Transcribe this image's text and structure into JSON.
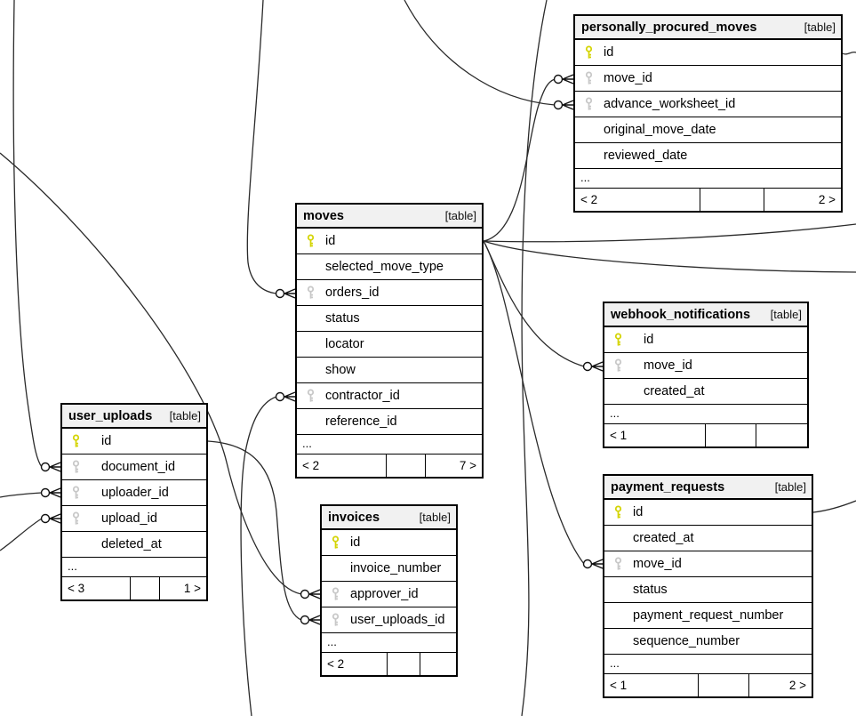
{
  "diagram": {
    "type_label_default": "[table]",
    "colors": {
      "primary_key": "#d4d404",
      "foreign_key": "#c8c8c8",
      "edge_line": "#2a2a2a",
      "header_bg": "#f1f1f1",
      "border": "#000000"
    },
    "tables": [
      {
        "title": "personally_procured_moves",
        "type_label": "[table]",
        "columns": [
          {
            "name": "id",
            "key": "pk"
          },
          {
            "name": "move_id",
            "key": "fk"
          },
          {
            "name": "advance_worksheet_id",
            "key": "fk"
          },
          {
            "name": "original_move_date",
            "key": "none"
          },
          {
            "name": "reviewed_date",
            "key": "none"
          }
        ],
        "more_indicator": "...",
        "footer": {
          "left": "< 2",
          "middle": "",
          "right": "2 >"
        }
      },
      {
        "title": "moves",
        "type_label": "[table]",
        "columns": [
          {
            "name": "id",
            "key": "pk"
          },
          {
            "name": "selected_move_type",
            "key": "none"
          },
          {
            "name": "orders_id",
            "key": "fk"
          },
          {
            "name": "status",
            "key": "none"
          },
          {
            "name": "locator",
            "key": "none"
          },
          {
            "name": "show",
            "key": "none"
          },
          {
            "name": "contractor_id",
            "key": "fk"
          },
          {
            "name": "reference_id",
            "key": "none"
          }
        ],
        "more_indicator": "...",
        "footer": {
          "left": "< 2",
          "middle": "",
          "right": "7 >"
        }
      },
      {
        "title": "webhook_notifications",
        "type_label": "[table]",
        "columns": [
          {
            "name": "id",
            "key": "pk"
          },
          {
            "name": "move_id",
            "key": "fk"
          },
          {
            "name": "created_at",
            "key": "none"
          }
        ],
        "more_indicator": "...",
        "footer": {
          "left": "< 1",
          "middle": "",
          "right": ""
        }
      },
      {
        "title": "user_uploads",
        "type_label": "[table]",
        "columns": [
          {
            "name": "id",
            "key": "pk"
          },
          {
            "name": "document_id",
            "key": "fk"
          },
          {
            "name": "uploader_id",
            "key": "fk"
          },
          {
            "name": "upload_id",
            "key": "fk"
          },
          {
            "name": "deleted_at",
            "key": "none"
          }
        ],
        "more_indicator": "...",
        "footer": {
          "left": "< 3",
          "middle": "",
          "right": "1 >"
        }
      },
      {
        "title": "invoices",
        "type_label": "[table]",
        "columns": [
          {
            "name": "id",
            "key": "pk"
          },
          {
            "name": "invoice_number",
            "key": "none"
          },
          {
            "name": "approver_id",
            "key": "fk"
          },
          {
            "name": "user_uploads_id",
            "key": "fk"
          }
        ],
        "more_indicator": "...",
        "footer": {
          "left": "< 2",
          "middle": "",
          "right": ""
        }
      },
      {
        "title": "payment_requests",
        "type_label": "[table]",
        "columns": [
          {
            "name": "id",
            "key": "pk"
          },
          {
            "name": "created_at",
            "key": "none"
          },
          {
            "name": "move_id",
            "key": "fk"
          },
          {
            "name": "status",
            "key": "none"
          },
          {
            "name": "payment_request_number",
            "key": "none"
          },
          {
            "name": "sequence_number",
            "key": "none"
          }
        ],
        "more_indicator": "...",
        "footer": {
          "left": "< 1",
          "middle": "",
          "right": "2 >"
        }
      }
    ]
  }
}
